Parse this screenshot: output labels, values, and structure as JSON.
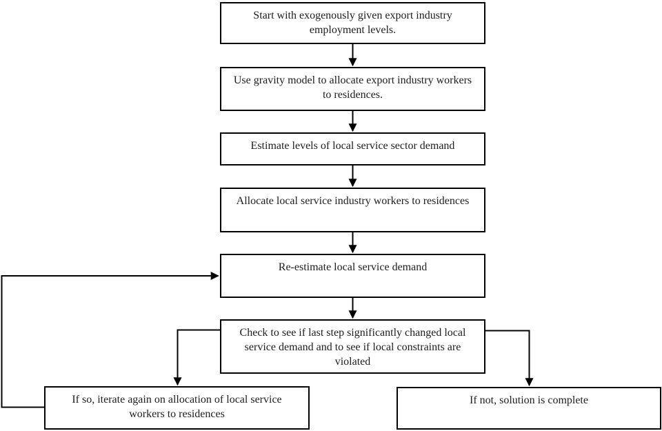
{
  "colors": {
    "line": "#000000",
    "background": "#ffffff",
    "box_fill": "#ffffff",
    "text": "#1d1d1d"
  },
  "steps": {
    "start": {
      "text": "Start with exogenously given export industry employment levels."
    },
    "gravity": {
      "text": "Use gravity model to allocate export industry workers to residences."
    },
    "estimate": {
      "text": "Estimate levels of local service sector demand"
    },
    "allocate": {
      "text": "Allocate local service industry workers to residences"
    },
    "reestimate": {
      "text": "Re-estimate local service demand"
    },
    "check": {
      "text": "Check to see if last step significantly changed local service demand and to see if local constraints are violated"
    },
    "iterate": {
      "text": "If so, iterate again on allocation of local service workers to residences"
    },
    "complete": {
      "text": "If not, solution is complete"
    }
  },
  "edges": [
    {
      "from": "start",
      "to": "gravity"
    },
    {
      "from": "gravity",
      "to": "estimate"
    },
    {
      "from": "estimate",
      "to": "allocate"
    },
    {
      "from": "allocate",
      "to": "reestimate"
    },
    {
      "from": "reestimate",
      "to": "check"
    },
    {
      "from": "check",
      "to": "iterate"
    },
    {
      "from": "check",
      "to": "complete"
    },
    {
      "from": "iterate",
      "to": "reestimate",
      "kind": "feedback-loop"
    }
  ]
}
